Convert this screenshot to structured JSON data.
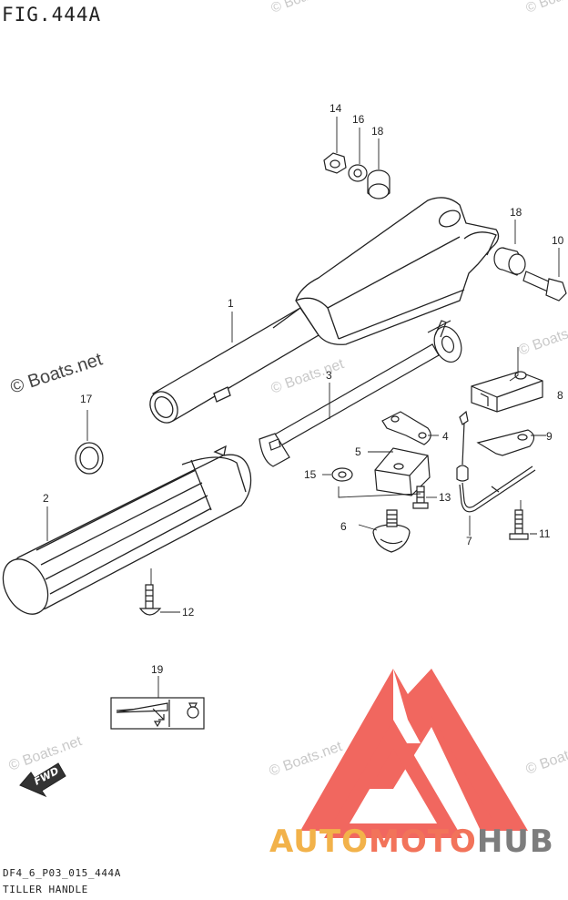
{
  "figure": {
    "title": "FIG.444A",
    "code": "DF4_6_P03_015_444A",
    "subtitle": "TILLER HANDLE"
  },
  "watermarks": {
    "main": "© Boats.net",
    "faint": "© Boats.net"
  },
  "brand": {
    "part1": "AUTO",
    "part2": "MOTO",
    "part3": "HUB",
    "color1": "#f2b24a",
    "color2": "#f2735a",
    "color3": "#7d7d7d",
    "logo_color": "#f0534a"
  },
  "fwd_label": "FWD",
  "callouts": [
    {
      "id": "c1",
      "label": "1"
    },
    {
      "id": "c2",
      "label": "2"
    },
    {
      "id": "c3",
      "label": "3"
    },
    {
      "id": "c4",
      "label": "4"
    },
    {
      "id": "c5",
      "label": "5"
    },
    {
      "id": "c6",
      "label": "6"
    },
    {
      "id": "c7",
      "label": "7"
    },
    {
      "id": "c8",
      "label": "8"
    },
    {
      "id": "c9",
      "label": "9"
    },
    {
      "id": "c10",
      "label": "10"
    },
    {
      "id": "c11",
      "label": "11"
    },
    {
      "id": "c12",
      "label": "12"
    },
    {
      "id": "c13",
      "label": "13"
    },
    {
      "id": "c14",
      "label": "14"
    },
    {
      "id": "c15",
      "label": "15"
    },
    {
      "id": "c16",
      "label": "16"
    },
    {
      "id": "c17",
      "label": "17"
    },
    {
      "id": "c18a",
      "label": "18"
    },
    {
      "id": "c18b",
      "label": "18"
    },
    {
      "id": "c19",
      "label": "19"
    }
  ]
}
